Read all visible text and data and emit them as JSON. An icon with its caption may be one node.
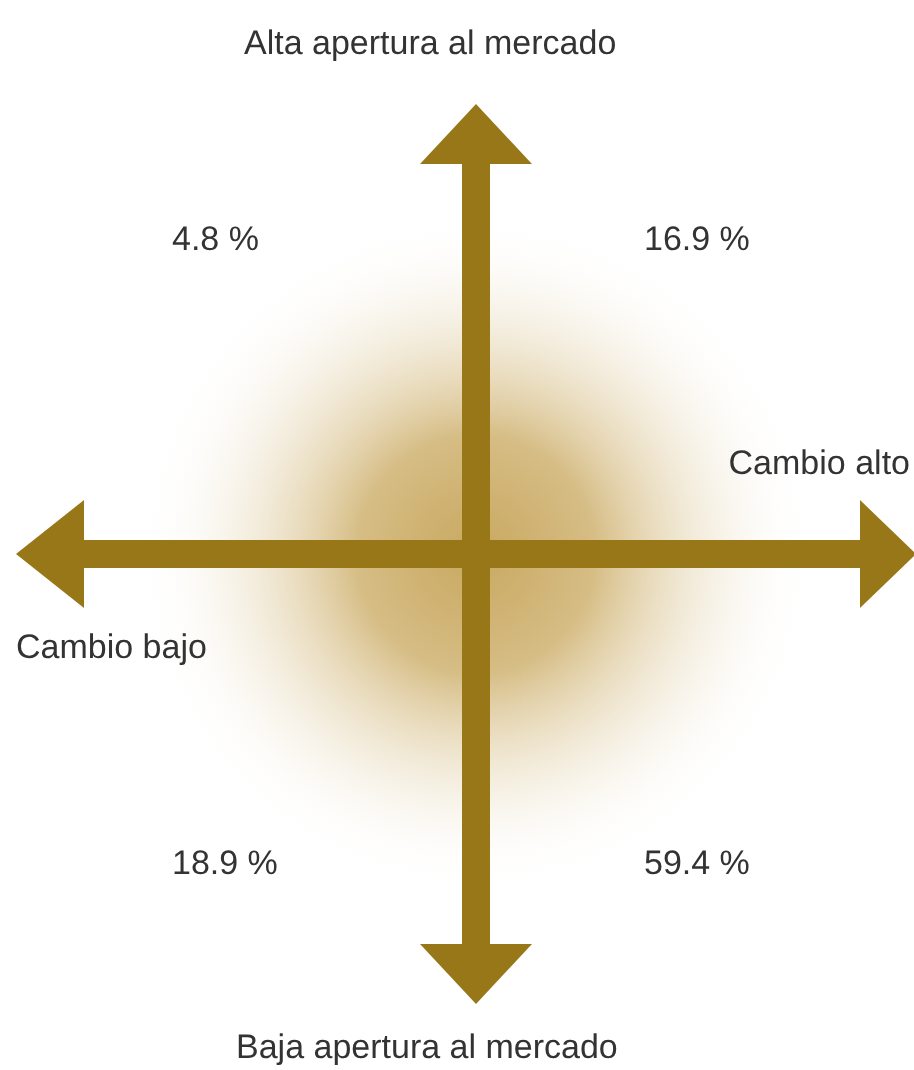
{
  "diagram": {
    "labels": [
      "Alta apertura al mercado",
      "4.8 %",
      "16.9 %",
      "Cambio alto",
      "Cambio bajo",
      "18.9 %",
      "59.4 %",
      "Baja apertura al mercado"
    ]
  }
}
